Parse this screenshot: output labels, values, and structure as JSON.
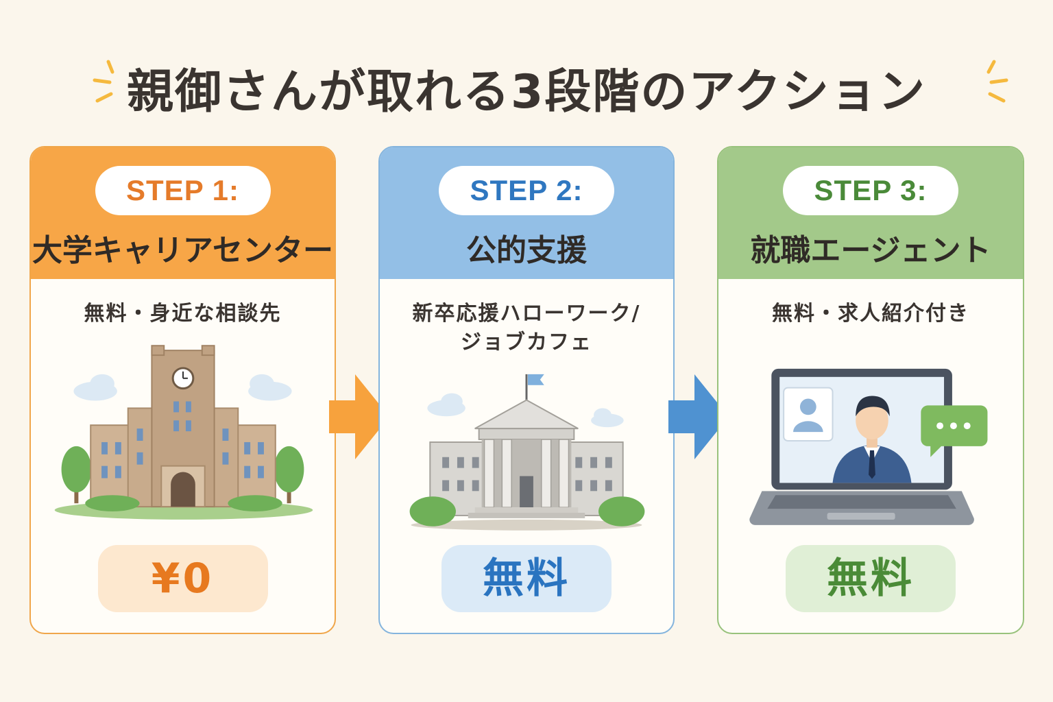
{
  "title": "親御さんが取れる3段階のアクション",
  "colors": {
    "background": "#fbf6ec",
    "step1": "#f7a647",
    "step2": "#93bfe6",
    "step3": "#a3c98a",
    "sparkle": "#f5b93e"
  },
  "steps": [
    {
      "label": "STEP 1:",
      "name": "大学キャリアセンター",
      "description": "無料・身近な相談先",
      "illustration": "university-building-icon",
      "price": "¥0"
    },
    {
      "label": "STEP 2:",
      "name": "公的支援",
      "description": "新卒応援ハローワーク/\nジョブカフェ",
      "illustration": "public-office-building-icon",
      "price": "無料"
    },
    {
      "label": "STEP 3:",
      "name": "就職エージェント",
      "description": "無料・求人紹介付き",
      "illustration": "video-call-laptop-icon",
      "price": "無料"
    }
  ]
}
